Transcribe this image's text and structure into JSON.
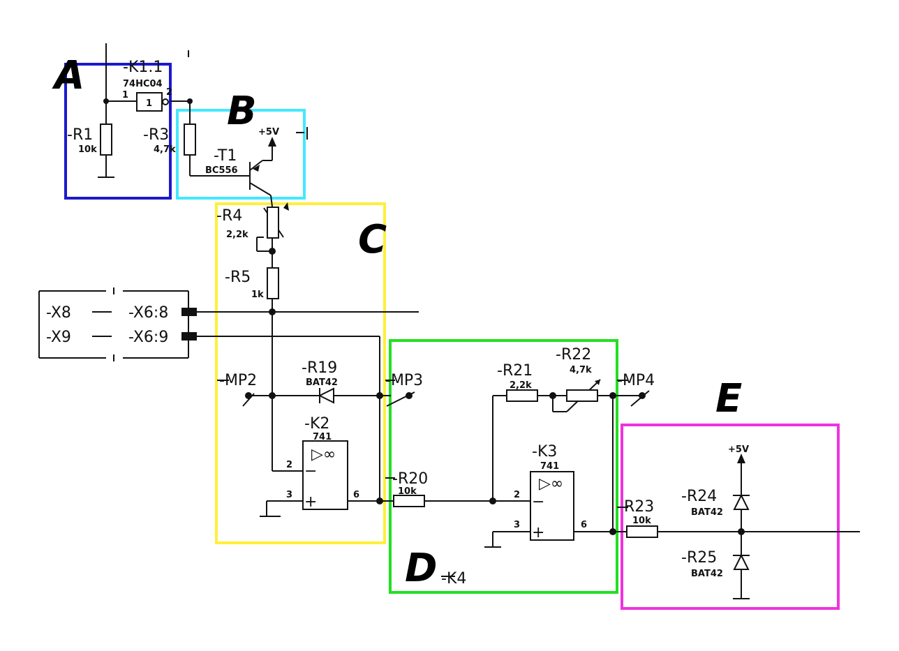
{
  "sections": {
    "a": {
      "letter": "A",
      "color": "#1a1acc"
    },
    "b": {
      "letter": "B",
      "color": "#44e8ff"
    },
    "c": {
      "letter": "C",
      "color": "#ffef3a"
    },
    "d": {
      "letter": "D",
      "color": "#22e022"
    },
    "e": {
      "letter": "E",
      "color": "#ee33dd"
    }
  },
  "components": {
    "k1": {
      "ref": "-K1.1",
      "value": "74HC04",
      "pin1": "1",
      "pin2": "2",
      "gate": "1"
    },
    "r1": {
      "ref": "-R1",
      "value": "10k"
    },
    "r3": {
      "ref": "-R3",
      "value": "4,7k"
    },
    "t1": {
      "ref": "-T1",
      "value": "BC556"
    },
    "vcc1": {
      "label": "+5V"
    },
    "r4": {
      "ref": "-R4",
      "value": "2,2k"
    },
    "r5": {
      "ref": "-R5",
      "value": "1k"
    },
    "x8": {
      "left": "-X8",
      "right": "-X6:8"
    },
    "x9": {
      "left": "-X9",
      "right": "-X6:9"
    },
    "mp2": {
      "ref": "-MP2"
    },
    "r19": {
      "ref": "-R19",
      "value": "BAT42"
    },
    "mp3": {
      "ref": "-MP3"
    },
    "k2": {
      "ref": "-K2",
      "value": "741",
      "pin_minus": "2",
      "pin_plus": "3",
      "pin_out": "6",
      "symbol": "▷∞"
    },
    "r20": {
      "ref": "-R20",
      "value": "10k"
    },
    "r21": {
      "ref": "-R21",
      "value": "2,2k"
    },
    "r22": {
      "ref": "-R22",
      "value": "4,7k"
    },
    "mp4": {
      "ref": "-MP4"
    },
    "k3": {
      "ref": "-K3",
      "value": "741",
      "pin_minus": "2",
      "pin_plus": "3",
      "pin_out": "6",
      "symbol": "▷∞"
    },
    "k4": {
      "ref": "-K4"
    },
    "r23": {
      "ref": "-R23",
      "value": "10k"
    },
    "vcc2": {
      "label": "+5V"
    },
    "r24": {
      "ref": "-R24",
      "value": "BAT42"
    },
    "r25": {
      "ref": "-R25",
      "value": "BAT42"
    }
  }
}
